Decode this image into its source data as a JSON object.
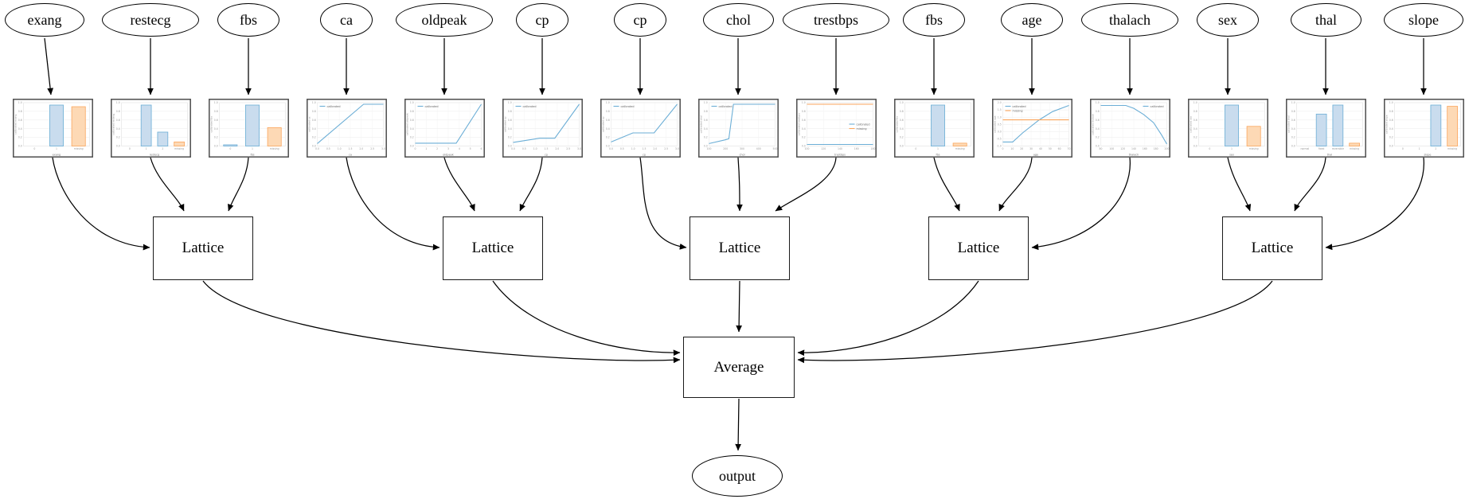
{
  "diagram": {
    "node_labels": {
      "lattice": "Lattice",
      "average": "Average",
      "output": "output"
    },
    "legend_labels": {
      "calibrated": "calibrated",
      "missing": "missing"
    },
    "colors": {
      "blue": "#6baed6",
      "blue_fill": "#c9dcee",
      "orange": "#fba55c",
      "orange_fill": "#fdd9b5",
      "grid": "#ebebeb",
      "vgrid": "#f3f3f3",
      "tick": "#999999",
      "axis_label": "#777777",
      "frame": "#4d4d4d",
      "edge": "#000000"
    },
    "features": [
      {
        "name": "exang",
        "ylabel": "calibrated exang",
        "xlabel": "exang",
        "chart": {
          "type": "bar",
          "x_ticks": [
            "0",
            "1",
            "missing"
          ],
          "y_ticks": [
            "1.0",
            "0.8",
            "0.6",
            "0.4",
            "0.2",
            "0.0"
          ],
          "bars": [
            {
              "x": "0",
              "height": 0,
              "color": "blue"
            },
            {
              "x": "1",
              "height": 1.0,
              "color": "blue"
            },
            {
              "x": "missing",
              "height": 0.96,
              "color": "orange"
            }
          ]
        }
      },
      {
        "name": "restecg",
        "ylabel": "calibrated restecg",
        "xlabel": "restecg",
        "chart": {
          "type": "bar",
          "x_ticks": [
            "0",
            "1",
            "2",
            "missing"
          ],
          "y_ticks": [
            "1.0",
            "0.8",
            "0.6",
            "0.4",
            "0.2",
            "0.0"
          ],
          "bars": [
            {
              "x": "0",
              "height": 0,
              "color": "blue"
            },
            {
              "x": "1",
              "height": 1.0,
              "color": "blue"
            },
            {
              "x": "2",
              "height": 0.34,
              "color": "blue"
            },
            {
              "x": "missing",
              "height": 0.1,
              "color": "orange"
            }
          ]
        }
      },
      {
        "name": "fbs",
        "ylabel": "calibrated fbs",
        "xlabel": "fbs",
        "chart": {
          "type": "bar",
          "x_ticks": [
            "0",
            "1",
            "missing"
          ],
          "y_ticks": [
            "1.0",
            "0.8",
            "0.6",
            "0.4",
            "0.2",
            "0.0"
          ],
          "bars": [
            {
              "x": "0",
              "height": 0.03,
              "color": "blue"
            },
            {
              "x": "1",
              "height": 1.0,
              "color": "blue"
            },
            {
              "x": "missing",
              "height": 0.45,
              "color": "orange"
            }
          ]
        }
      },
      {
        "name": "ca",
        "ylabel": "calibrated ca",
        "xlabel": "ca",
        "chart": {
          "type": "line",
          "x_ticks": [
            "0.0",
            "0.5",
            "1.0",
            "1.5",
            "2.0",
            "2.5",
            "3.0"
          ],
          "y_ticks": [
            "1.0",
            "0.8",
            "0.6",
            "0.4",
            "0.2",
            "0.0"
          ],
          "legend": {
            "position": "tl",
            "entries": [
              {
                "label": "calibrated",
                "color": "blue"
              }
            ]
          },
          "series": [
            {
              "name": "calibrated",
              "color": "blue",
              "points": [
                [
                  0,
                  0.04
                ],
                [
                  0.7,
                  1.0
                ],
                [
                  1,
                  1.0
                ]
              ]
            }
          ]
        }
      },
      {
        "name": "oldpeak",
        "ylabel": "calibrated oldpeak",
        "xlabel": "oldpeak",
        "chart": {
          "type": "line",
          "x_ticks": [
            "0",
            "1",
            "2",
            "3",
            "4",
            "5",
            "6"
          ],
          "y_ticks": [
            "1.0",
            "0.8",
            "0.6",
            "0.4",
            "0.2",
            "0.0"
          ],
          "legend": {
            "position": "tl",
            "entries": [
              {
                "label": "calibrated",
                "color": "blue"
              }
            ]
          },
          "series": [
            {
              "name": "calibrated",
              "color": "blue",
              "points": [
                [
                  0,
                  0.05
                ],
                [
                  0.62,
                  0.05
                ],
                [
                  1,
                  1.0
                ]
              ]
            }
          ]
        }
      },
      {
        "name": "cp",
        "ylabel": "calibrated cp",
        "xlabel": "cp",
        "chart": {
          "type": "line",
          "x_ticks": [
            "0.0",
            "0.5",
            "1.0",
            "1.5",
            "2.0",
            "2.5",
            "3.0"
          ],
          "y_ticks": [
            "1.0",
            "0.8",
            "0.6",
            "0.4",
            "0.2",
            "0.0"
          ],
          "legend": {
            "position": "tl",
            "entries": [
              {
                "label": "calibrated",
                "color": "blue"
              }
            ]
          },
          "series": [
            {
              "name": "calibrated",
              "color": "blue",
              "points": [
                [
                  0,
                  0.07
                ],
                [
                  0.4,
                  0.17
                ],
                [
                  0.63,
                  0.17
                ],
                [
                  1,
                  1.0
                ]
              ]
            }
          ]
        }
      },
      {
        "name": "cp",
        "ylabel": "calibrated cp",
        "xlabel": "cp",
        "chart": {
          "type": "line",
          "x_ticks": [
            "0.0",
            "0.5",
            "1.0",
            "1.5",
            "2.0",
            "2.5",
            "3.0"
          ],
          "y_ticks": [
            "1.0",
            "0.8",
            "0.6",
            "0.4",
            "0.2",
            "0.0"
          ],
          "legend": {
            "position": "tl",
            "entries": [
              {
                "label": "calibrated",
                "color": "blue"
              }
            ]
          },
          "series": [
            {
              "name": "calibrated",
              "color": "blue",
              "points": [
                [
                  0,
                  0.08
                ],
                [
                  0.33,
                  0.3
                ],
                [
                  0.65,
                  0.3
                ],
                [
                  1,
                  1.0
                ]
              ]
            }
          ]
        }
      },
      {
        "name": "chol",
        "ylabel": "calibrated chol",
        "xlabel": "chol",
        "chart": {
          "type": "line",
          "x_ticks": [
            "100",
            "200",
            "300",
            "400",
            "500"
          ],
          "y_ticks": [
            "1.0",
            "0.8",
            "0.6",
            "0.4",
            "0.2",
            "0.0"
          ],
          "legend": {
            "position": "tl",
            "entries": [
              {
                "label": "calibrated",
                "color": "blue"
              }
            ]
          },
          "series": [
            {
              "name": "calibrated",
              "color": "blue",
              "points": [
                [
                  0,
                  0.04
                ],
                [
                  0.24,
                  0.13
                ],
                [
                  0.3,
                  0.16
                ],
                [
                  0.37,
                  1.0
                ],
                [
                  1,
                  1.0
                ]
              ]
            }
          ]
        }
      },
      {
        "name": "trestbps",
        "ylabel": "calibrated trestbps",
        "xlabel": "trestbps",
        "chart": {
          "type": "line",
          "x_ticks": [
            "100",
            "120",
            "140",
            "160",
            "180"
          ],
          "y_ticks": [
            "1.0",
            "0.8",
            "0.6",
            "0.4",
            "0.2",
            "0.0"
          ],
          "legend": {
            "position": "mr",
            "entries": [
              {
                "label": "calibrated",
                "color": "blue"
              },
              {
                "label": "missing",
                "color": "orange"
              }
            ]
          },
          "series": [
            {
              "name": "calibrated",
              "color": "blue",
              "points": [
                [
                  0,
                  0.02
                ],
                [
                  1,
                  0.02
                ]
              ]
            },
            {
              "name": "missing",
              "color": "orange",
              "points": [
                [
                  0,
                  1.0
                ],
                [
                  1,
                  1.0
                ]
              ]
            }
          ]
        }
      },
      {
        "name": "fbs",
        "ylabel": "calibrated fbs",
        "xlabel": "fbs",
        "chart": {
          "type": "bar",
          "x_ticks": [
            "0",
            "1",
            "missing"
          ],
          "y_ticks": [
            "1.0",
            "0.8",
            "0.6",
            "0.4",
            "0.2",
            "0.0"
          ],
          "bars": [
            {
              "x": "0",
              "height": 0,
              "color": "blue"
            },
            {
              "x": "1",
              "height": 1.0,
              "color": "blue"
            },
            {
              "x": "missing",
              "height": 0.07,
              "color": "orange"
            }
          ]
        }
      },
      {
        "name": "age",
        "ylabel": "calibrated age",
        "xlabel": "age",
        "chart": {
          "type": "line",
          "x_ticks": [
            "0",
            "10",
            "20",
            "30",
            "40",
            "50",
            "60",
            "70"
          ],
          "y_ticks": [
            "2.0",
            "1.5",
            "1.0",
            "0.5",
            "0.0",
            "-0.5",
            "-1.0"
          ],
          "legend": {
            "position": "tl",
            "entries": [
              {
                "label": "calibrated",
                "color": "blue"
              },
              {
                "label": "missing",
                "color": "orange"
              }
            ]
          },
          "series": [
            {
              "name": "calibrated",
              "color": "blue",
              "points": [
                [
                  0,
                  0.08
                ],
                [
                  0.15,
                  0.08
                ],
                [
                  0.3,
                  0.3
                ],
                [
                  0.55,
                  0.62
                ],
                [
                  0.75,
                  0.82
                ],
                [
                  1,
                  0.97
                ]
              ]
            },
            {
              "name": "missing",
              "color": "orange",
              "points": [
                [
                  0,
                  0.62
                ],
                [
                  1,
                  0.62
                ]
              ]
            }
          ]
        }
      },
      {
        "name": "thalach",
        "ylabel": "calibrated thalach",
        "xlabel": "thalach",
        "chart": {
          "type": "line",
          "x_ticks": [
            "80",
            "100",
            "120",
            "140",
            "160",
            "180",
            "200"
          ],
          "y_ticks": [
            "1.0",
            "0.8",
            "0.6",
            "0.4",
            "0.2",
            "0.0"
          ],
          "legend": {
            "position": "tr",
            "entries": [
              {
                "label": "calibrated",
                "color": "blue"
              }
            ]
          },
          "series": [
            {
              "name": "calibrated",
              "color": "blue",
              "points": [
                [
                  0,
                  0.97
                ],
                [
                  0.38,
                  0.97
                ],
                [
                  0.5,
                  0.9
                ],
                [
                  0.65,
                  0.75
                ],
                [
                  0.8,
                  0.55
                ],
                [
                  0.92,
                  0.25
                ],
                [
                  1,
                  0.03
                ]
              ]
            }
          ]
        }
      },
      {
        "name": "sex",
        "ylabel": "calibrated sex",
        "xlabel": "sex",
        "chart": {
          "type": "bar",
          "x_ticks": [
            "0",
            "1",
            "missing"
          ],
          "y_ticks": [
            "1.0",
            "0.8",
            "0.6",
            "0.4",
            "0.2",
            "0.0"
          ],
          "bars": [
            {
              "x": "0",
              "height": 0,
              "color": "blue"
            },
            {
              "x": "1",
              "height": 1.0,
              "color": "blue"
            },
            {
              "x": "missing",
              "height": 0.48,
              "color": "orange"
            }
          ]
        }
      },
      {
        "name": "thal",
        "ylabel": "calibrated thal",
        "xlabel": "thal",
        "chart": {
          "type": "bar",
          "x_ticks": [
            "normal",
            "fixed",
            "reversible",
            "missing"
          ],
          "y_ticks": [
            "1.0",
            "0.8",
            "0.6",
            "0.4",
            "0.2",
            "0.0"
          ],
          "bars": [
            {
              "x": "normal",
              "height": 0,
              "color": "blue"
            },
            {
              "x": "fixed",
              "height": 0.78,
              "color": "blue"
            },
            {
              "x": "reversible",
              "height": 1.0,
              "color": "blue"
            },
            {
              "x": "missing",
              "height": 0.07,
              "color": "orange"
            }
          ]
        }
      },
      {
        "name": "slope",
        "ylabel": "calibrated slope",
        "xlabel": "slope",
        "chart": {
          "type": "bar",
          "x_ticks": [
            "0",
            "1",
            "2",
            "missing"
          ],
          "y_ticks": [
            "1.0",
            "0.8",
            "0.6",
            "0.4",
            "0.2",
            "0.0"
          ],
          "bars": [
            {
              "x": "0",
              "height": 0,
              "color": "blue"
            },
            {
              "x": "1",
              "height": 0,
              "color": "blue"
            },
            {
              "x": "2",
              "height": 1.0,
              "color": "blue"
            },
            {
              "x": "missing",
              "height": 0.97,
              "color": "orange"
            }
          ]
        }
      }
    ],
    "groups": [
      [
        0,
        1,
        2
      ],
      [
        3,
        4,
        5
      ],
      [
        6,
        7,
        8
      ],
      [
        9,
        10,
        11
      ],
      [
        12,
        13,
        14
      ]
    ]
  }
}
